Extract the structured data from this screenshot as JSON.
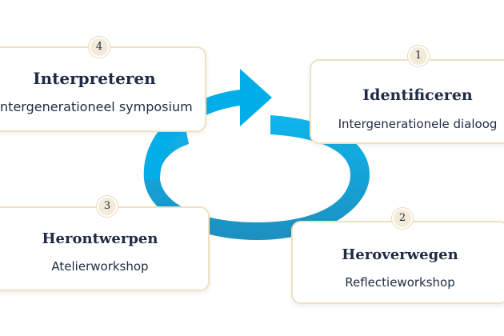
{
  "steps": [
    {
      "number": "1",
      "title": "Identificeren",
      "subtitle": "Intergenerationele dialoog"
    },
    {
      "number": "2",
      "title": "Heroverwegen",
      "subtitle": "Reflectieworkshop"
    },
    {
      "number": "3",
      "title": "Herontwerpen",
      "subtitle": "Atelierworkshop"
    },
    {
      "number": "4",
      "title": "Interpreteren",
      "subtitle": "Intergenerationeel symposium"
    }
  ],
  "colors": {
    "arrow_light": "#00ade8",
    "arrow_dark": "#1c8fc0",
    "card_border": "#efe1c6",
    "badge_fill": "#f4ead8",
    "text": "#1f2a44"
  }
}
